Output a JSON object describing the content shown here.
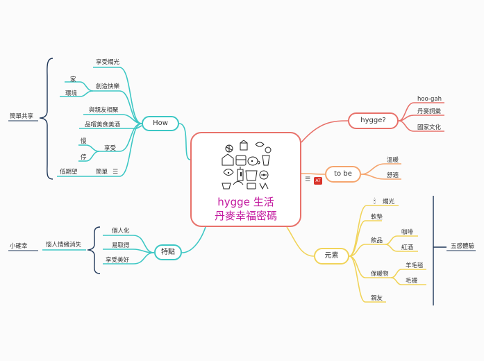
{
  "central": {
    "line1": "hygge 生活",
    "line2": "丹麥幸福密碼"
  },
  "how": {
    "label": "How",
    "items": [
      "享受燭光",
      "創造快樂",
      "與親友相聚",
      "品嚐美食美酒",
      "享受",
      "簡單"
    ],
    "home": "家",
    "env": "環境",
    "slow": "慢",
    "stop": "停",
    "low_expect": "低期望",
    "summary": "簡單共享"
  },
  "traits": {
    "label": "特點",
    "items": [
      "個人化",
      "易取得",
      "享受美好"
    ],
    "negative": "惱人情緒消失",
    "summary": "小確幸"
  },
  "hygge": {
    "label": "hygge?",
    "items": [
      "hoo-gah",
      "丹麥詞彙",
      "國家文化"
    ]
  },
  "tobe": {
    "label": "to be",
    "items": [
      "溫暖",
      "舒適"
    ],
    "badge": "AT"
  },
  "elements": {
    "label": "元素",
    "items": [
      "燭光",
      "軟墊",
      "飲品",
      "保暖物",
      "親友"
    ],
    "drinks": [
      "咖啡",
      "紅酒"
    ],
    "warm": [
      "羊毛毯",
      "毛襪"
    ],
    "summary": "五感體驗"
  },
  "colors": {
    "central_border": "#e8716a",
    "central_text": "#c2189e",
    "how_branch": "#3cc7c4",
    "hygge_branch": "#e8716a",
    "tobe_branch": "#f5a56e",
    "elements_branch": "#f1d45a",
    "bracket": "#1d3557"
  }
}
